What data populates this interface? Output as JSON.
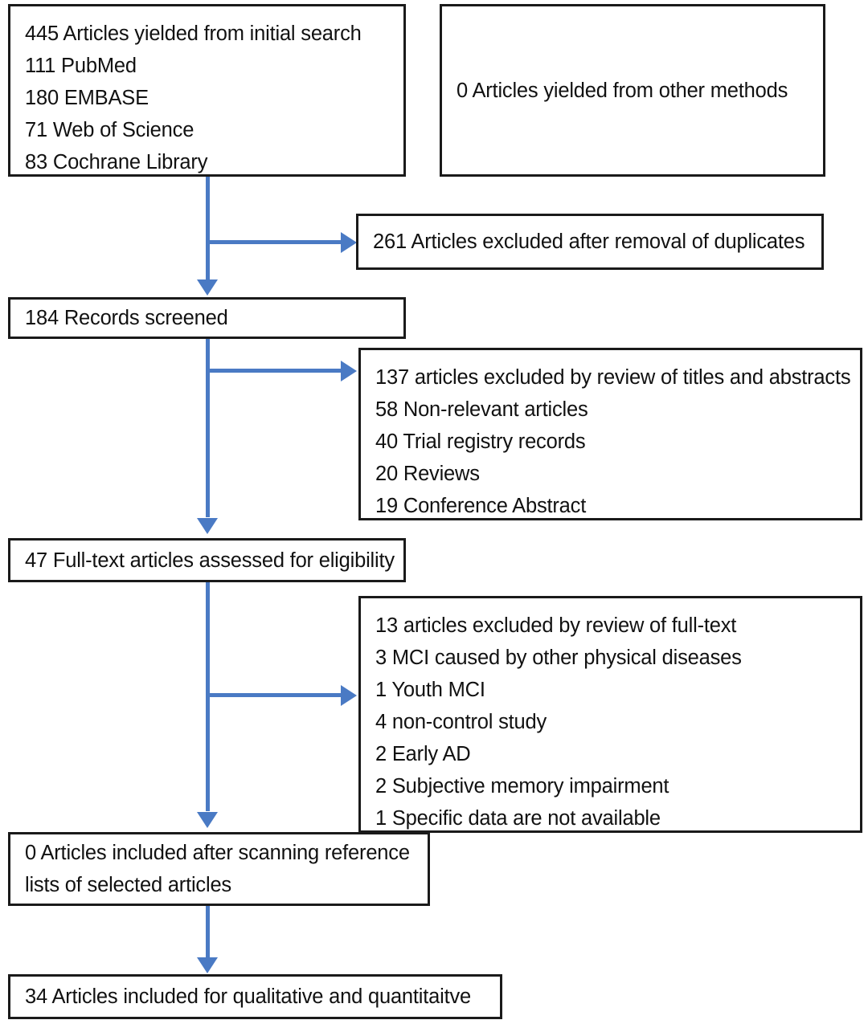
{
  "diagram": {
    "type": "prisma-flow-diagram",
    "accent_color": "#4a7ac4",
    "border_color": "#1a1a1a",
    "background": "#ffffff",
    "boxes": {
      "initial_search": {
        "name": "initial-search-results",
        "lines": [
          "445 Articles yielded from initial search",
          "111 PubMed",
          "180 EMBASE",
          "71 Web of Science",
          "83 Cochrane Library"
        ]
      },
      "other_methods": {
        "name": "other-methods-results",
        "lines": [
          "0 Articles yielded from other methods"
        ]
      },
      "duplicates_excluded": {
        "name": "duplicates-excluded",
        "lines": [
          "261 Articles excluded after removal of duplicates"
        ]
      },
      "records_screened": {
        "name": "records-screened",
        "lines": [
          "184 Records screened"
        ]
      },
      "title_abstract_excluded": {
        "name": "title-abstract-excluded",
        "lines": [
          "137 articles excluded by review of titles and abstracts",
          "58 Non-relevant articles",
          "40 Trial registry records",
          "20 Reviews",
          "19 Conference Abstract"
        ]
      },
      "fulltext_assessed": {
        "name": "fulltext-assessed",
        "lines": [
          "47 Full-text articles assessed for eligibility"
        ]
      },
      "fulltext_excluded": {
        "name": "fulltext-excluded",
        "lines": [
          "13 articles excluded by review of full-text",
          "3 MCI caused by other physical diseases",
          "1 Youth MCI",
          "4 non-control study",
          "2 Early AD",
          "2 Subjective memory impairment",
          "1 Specific data are not available"
        ]
      },
      "reference_scanning": {
        "name": "reference-scanning-included",
        "lines": [
          "0 Articles included after scanning reference",
          "lists of selected articles"
        ]
      },
      "final_included": {
        "name": "final-included",
        "lines": [
          "34 Articles included for qualitative and quantitaitve"
        ]
      }
    }
  }
}
